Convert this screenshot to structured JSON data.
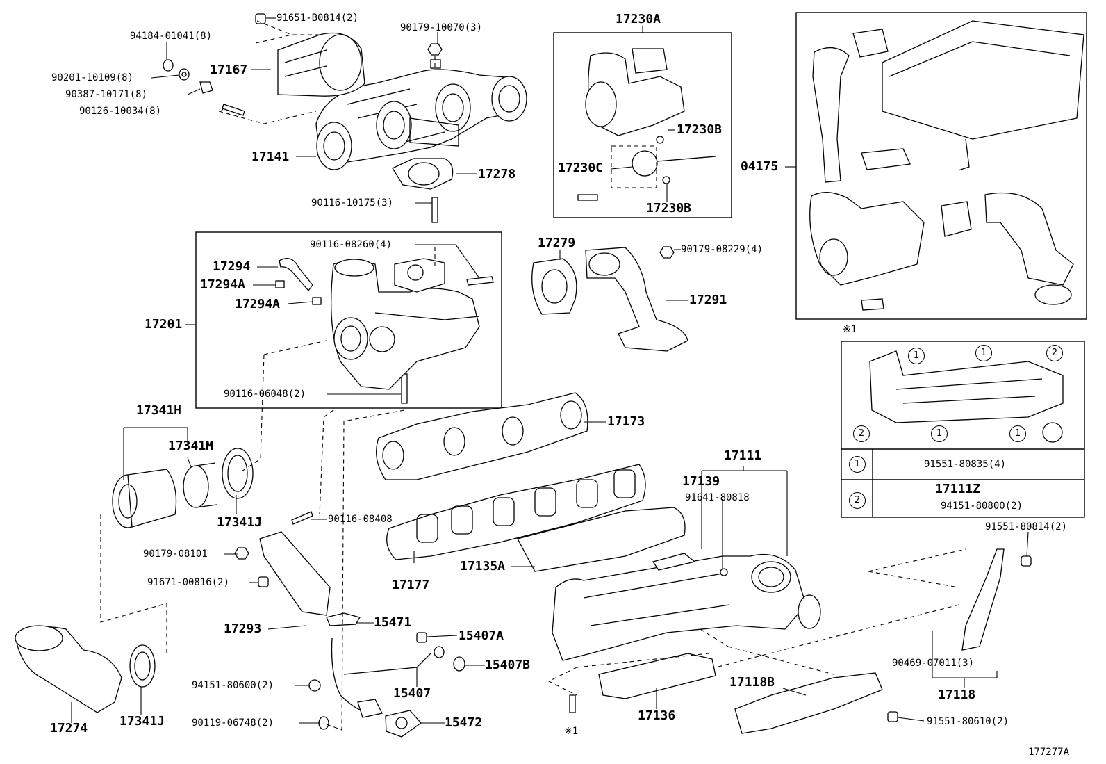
{
  "diagram_id": "177277A",
  "note_mark": "※1",
  "labels": {
    "p94184": "94184-01041(8)",
    "p91651": "91651-B0814(2)",
    "p90179a": "90179-10070(3)",
    "p90201": "90201-10109(8)",
    "p17167": "17167",
    "p90387": "90387-10171(8)",
    "p90126": "90126-10034(8)",
    "p17141": "17141",
    "p17278": "17278",
    "p90116a": "90116-10175(3)",
    "p90116b": "90116-08260(4)",
    "p17294": "17294",
    "p17294A1": "17294A",
    "p17294A2": "17294A",
    "p17201": "17201",
    "p90116c": "90116-06048(2)",
    "p17230A": "17230A",
    "p17230B1": "17230B",
    "p17230C": "17230C",
    "p17230B2": "17230B",
    "p17279": "17279",
    "p90179b": "90179-08229(4)",
    "p17291": "17291",
    "p04175": "04175",
    "p17341H": "17341H",
    "p17341M": "17341M",
    "p17341J1": "17341J",
    "p17173": "17173",
    "p90116d": "90116-08408",
    "p90179c": "90179-08101",
    "p91671": "91671-00816(2)",
    "p17293": "17293",
    "p17177": "17177",
    "p17135A": "17135A",
    "p17111": "17111",
    "p17139": "17139",
    "p91641": "91641-80818",
    "p15471": "15471",
    "p15407A": "15407A",
    "p15407B": "15407B",
    "p15407": "15407",
    "p94151a": "94151-80600(2)",
    "p90119": "90119-06748(2)",
    "p15472": "15472",
    "p17274": "17274",
    "p17341J2": "17341J",
    "p17136": "17136",
    "p17118B": "17118B",
    "p91551a": "91551-80610(2)",
    "p90469": "90469-07011(3)",
    "p17118": "17118",
    "p91551b": "91551-80814(2)",
    "pNoteBottom": "※1"
  },
  "inset": {
    "table": [
      {
        "marker": "1",
        "part": "91551-80835(4)"
      },
      {
        "marker": "2",
        "part_a": "17111Z",
        "part_b": "94151-80800(2)"
      }
    ],
    "markers_on_drawing": [
      "1",
      "1",
      "2",
      "2",
      "1",
      "1"
    ]
  }
}
